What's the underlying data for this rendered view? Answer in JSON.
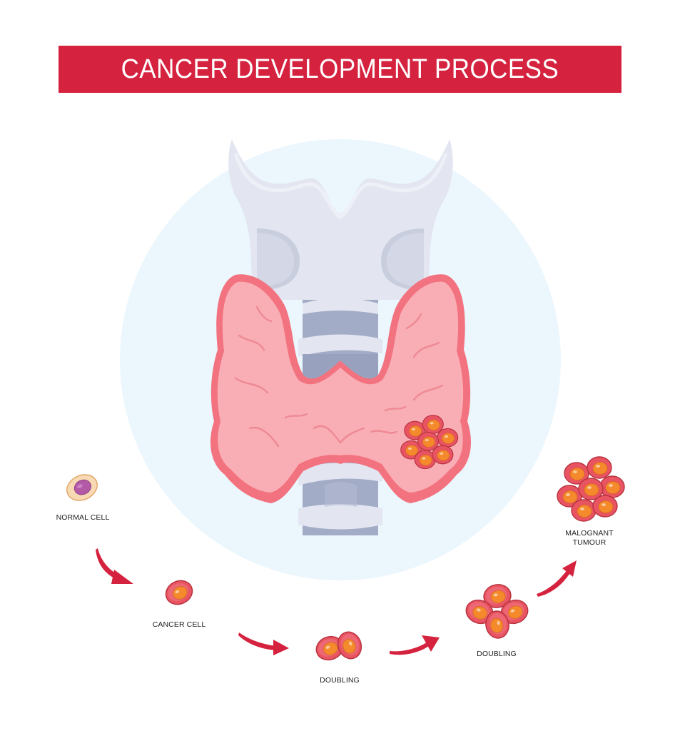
{
  "title": "CANCER DEVELOPMENT PROCESS",
  "colors": {
    "accent": "#d5223e",
    "background_circle": "#ebf6fd",
    "thyroid_fill": "#f9aeb6",
    "thyroid_outline": "#f2737f",
    "cartilage_light": "#e3e6f1",
    "cartilage_dark": "#c9cedf",
    "trachea_ring": "#a3acc6",
    "cell_membrane": "#e95462",
    "cell_nucleus": "#f58a2c",
    "normal_cell_membrane": "#f7d9b4",
    "normal_cell_nucleus": "#b35aa6",
    "arrow": "#d5223e"
  },
  "stages": [
    {
      "id": "normal-cell",
      "label": "NORMAL CELL",
      "cell_count": 1
    },
    {
      "id": "cancer-cell",
      "label": "CANCER CELL",
      "cell_count": 1
    },
    {
      "id": "doubling-1",
      "label": "DOUBLING",
      "cell_count": 2
    },
    {
      "id": "doubling-2",
      "label": "DOUBLING",
      "cell_count": 4
    },
    {
      "id": "malignant-tumour",
      "label_line1": "MALOGNANT",
      "label_line2": "TUMOUR",
      "cell_count": 8
    }
  ],
  "central_illustration": {
    "subject": "thyroid-gland-with-tumour",
    "parts": [
      "thyroid-cartilage",
      "trachea",
      "thyroid-left-lobe",
      "thyroid-right-lobe",
      "isthmus",
      "tumour-cluster"
    ]
  },
  "arrows": [
    {
      "from": "normal-cell",
      "to": "cancer-cell"
    },
    {
      "from": "cancer-cell",
      "to": "doubling-1"
    },
    {
      "from": "doubling-1",
      "to": "doubling-2"
    },
    {
      "from": "doubling-2",
      "to": "malignant-tumour"
    }
  ]
}
